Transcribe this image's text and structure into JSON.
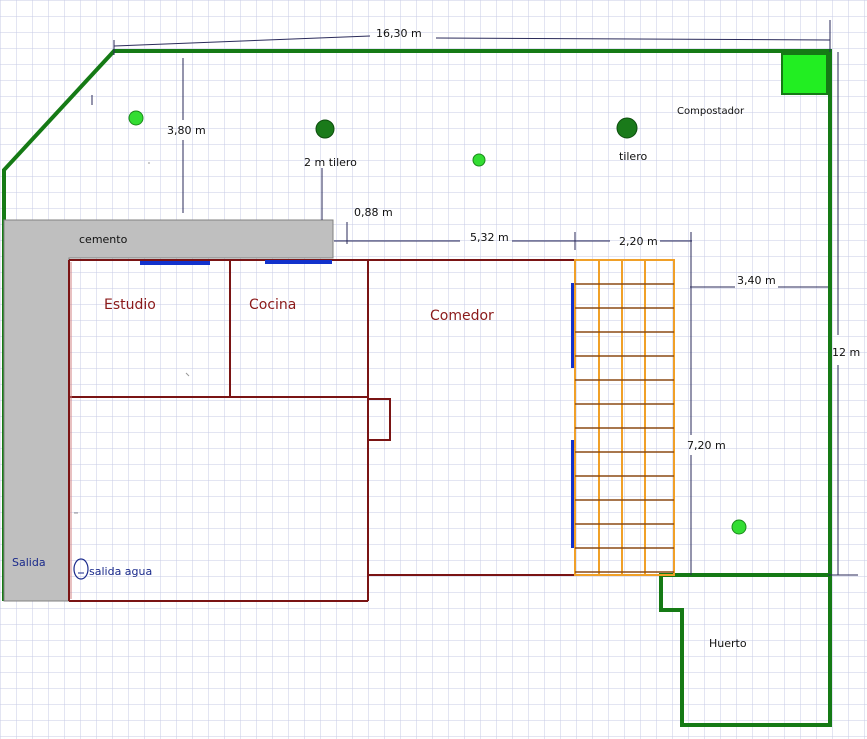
{
  "labels": {
    "cemento": "cemento",
    "estudio": "Estudio",
    "cocina": "Cocina",
    "comedor": "Comedor",
    "salida": "Salida",
    "salida_agua": "salida agua",
    "compostador": "Compostador",
    "huerto": "Huerto",
    "tilero_left": "2 m tilero",
    "tilero_right": "tilero"
  },
  "dimensions": {
    "total_width": "16,30 m",
    "depth_front": "3,80 m",
    "gap": "0,88 m",
    "comedor_width": "5,32 m",
    "pergola_width": "2,20 m",
    "side_gap": "3,40 m",
    "total_height": "12 m",
    "pergola_height": "7,20 m"
  },
  "colors": {
    "grid": "#c7cbe6",
    "fence": "#157a15",
    "walls": "#7a1414",
    "cement": "#bfbfbf",
    "windows": "#1232cc",
    "pergola": "#f0a028",
    "tree_small": "#33dd33",
    "tree_large": "#1a7a1a",
    "compost": "#22ee22",
    "wall_label": "#8b1a1a",
    "outline_label": "#1a2a8b"
  }
}
